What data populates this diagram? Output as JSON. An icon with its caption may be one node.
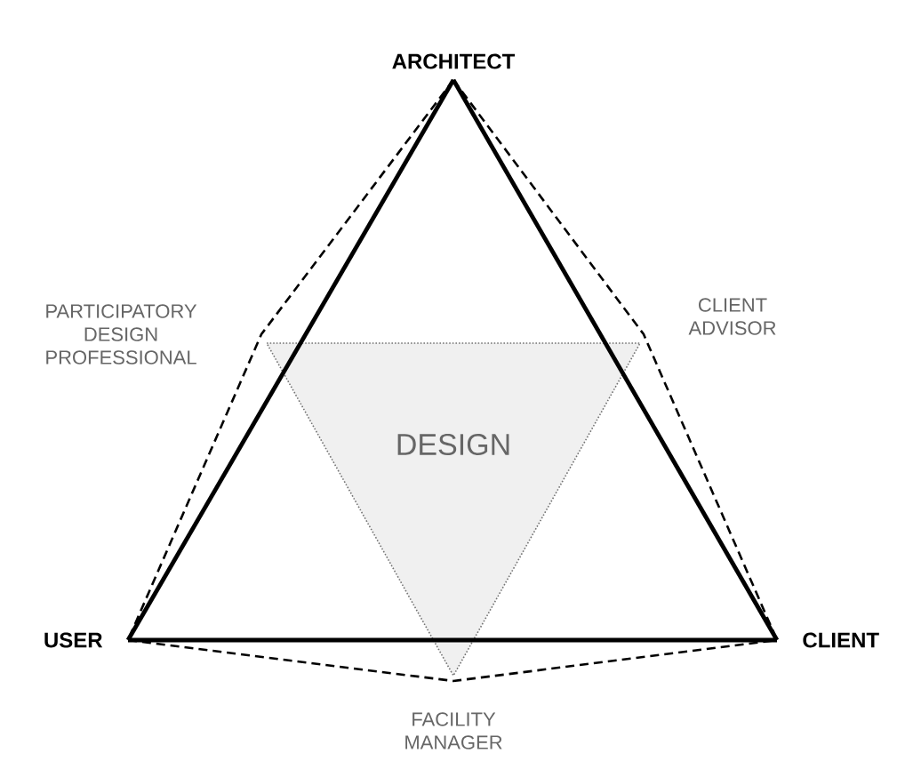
{
  "diagram": {
    "nodes": [
      {
        "text": [
          "ARCHITECT"
        ]
      },
      {
        "text": [
          "USER"
        ]
      },
      {
        "text": [
          "CLIENT"
        ]
      },
      {
        "text": [
          "DESIGN"
        ]
      }
    ],
    "edges": [
      {
        "from": 0,
        "to": 1,
        "arrow": "none"
      },
      {
        "from": 0,
        "to": 2,
        "arrow": "none"
      },
      {
        "from": 1,
        "to": 2,
        "arrow": "none"
      },
      {
        "from": 0,
        "to": 1,
        "arrow": "none",
        "style": "dashed",
        "label": "PARTICIPATORY DESIGN PROFESSIONAL"
      },
      {
        "from": 0,
        "to": 2,
        "arrow": "none",
        "style": "dashed",
        "label": "CLIENT ADVISOR"
      },
      {
        "from": 1,
        "to": 2,
        "arrow": "none",
        "style": "dashed",
        "label": "FACILITY MANAGER"
      }
    ]
  }
}
